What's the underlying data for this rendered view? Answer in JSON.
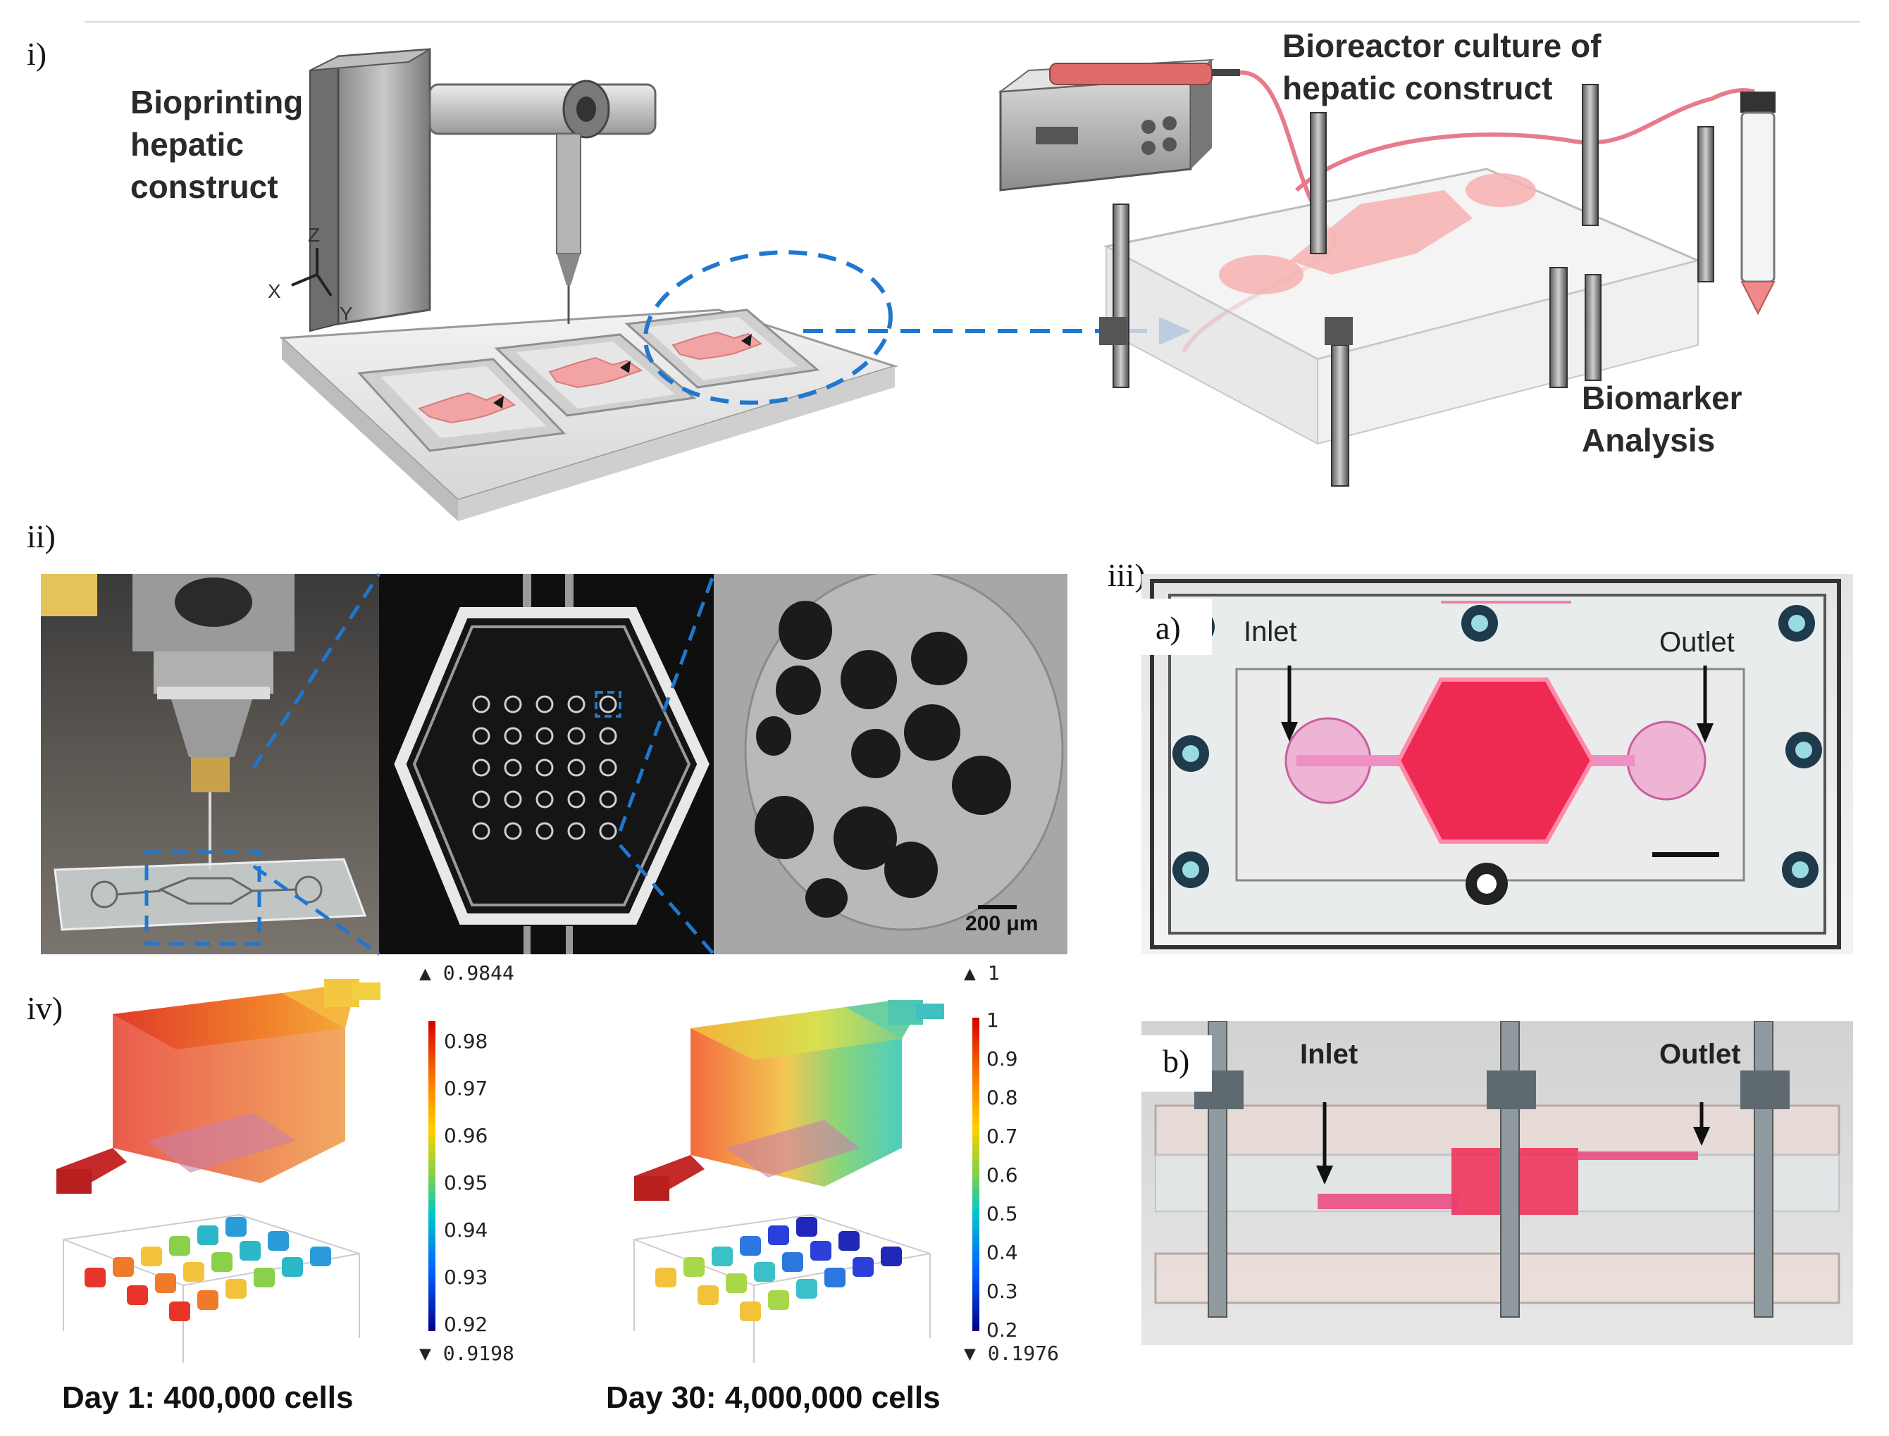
{
  "panels": {
    "i": {
      "label": "i)",
      "bioprinting_label_lines": [
        "Bioprinting",
        "hepatic",
        "construct"
      ],
      "bioreactor_label_lines": [
        "Bioreactor culture of",
        "hepatic construct"
      ],
      "biomarker_label_lines": [
        "Biomarker",
        "Analysis"
      ],
      "axes": {
        "z": "Z",
        "x": "X",
        "y": "Y"
      }
    },
    "ii": {
      "label": "ii)",
      "scale_bar": "200 μm"
    },
    "iii": {
      "label": "iii)",
      "a": {
        "label": "a)",
        "inlet": "Inlet",
        "outlet": "Outlet"
      },
      "b": {
        "label": "b)",
        "inlet": "Inlet",
        "outlet": "Outlet"
      }
    },
    "iv": {
      "label": "iv)",
      "day1": {
        "caption": "Day 1: 400,000 cells",
        "max_marker": "▲ 0.9844",
        "min_marker": "▼ 0.9198",
        "ticks": [
          "0.98",
          "0.97",
          "0.96",
          "0.95",
          "0.94",
          "0.93",
          "0.92"
        ]
      },
      "day30": {
        "caption": "Day 30: 4,000,000 cells",
        "max_marker": "▲ 1",
        "min_marker": "▼ 0.1976",
        "ticks": [
          "1",
          "0.9",
          "0.8",
          "0.7",
          "0.6",
          "0.5",
          "0.4",
          "0.3",
          "0.2"
        ]
      }
    }
  },
  "colors": {
    "arrow_blue": "#1f77d0",
    "tissue_pink": "#f2a4a4",
    "medium_red": "#ee2a52",
    "tubing": "#e77b8a"
  }
}
